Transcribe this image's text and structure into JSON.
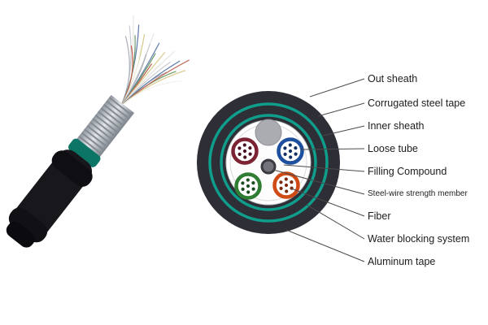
{
  "labels": [
    {
      "text": "Out sheath"
    },
    {
      "text": "Corrugated steel tape"
    },
    {
      "text": "Inner sheath"
    },
    {
      "text": "Loose tube"
    },
    {
      "text": "Filling Compound"
    },
    {
      "text": "Steel-wire strength member"
    },
    {
      "text": "Fiber"
    },
    {
      "text": "Water blocking system"
    },
    {
      "text": "Aluminum tape"
    }
  ],
  "colors": {
    "teal": "#0f9d8c",
    "teal_dark": "#0c7566",
    "sheath": "#2e2e36",
    "inner_white": "#ffffff",
    "filler_gray": "#ababb2",
    "strength_member_fill": "#73737c",
    "strength_member_ring": "#3a3a42",
    "leader_line": "#4a4a4a",
    "label_text": "#1c1c1c"
  },
  "tubes": [
    {
      "name": "loose-tube-maroon",
      "ring": "#7c2333",
      "dot": "#4a1220"
    },
    {
      "name": "loose-tube-blue",
      "ring": "#1d4f9e",
      "dot": "#122f63"
    },
    {
      "name": "loose-tube-green",
      "ring": "#2f7d33",
      "dot": "#1c4d1f"
    },
    {
      "name": "loose-tube-orange",
      "ring": "#cf4a14",
      "dot": "#7c2a0a"
    }
  ],
  "fiber_palette": [
    "#e9e7e1",
    "#c9cdd3",
    "#aab0b8",
    "#5b79a8",
    "#6a9a6a",
    "#c06050",
    "#d8c98a",
    "#f2f2ef"
  ]
}
